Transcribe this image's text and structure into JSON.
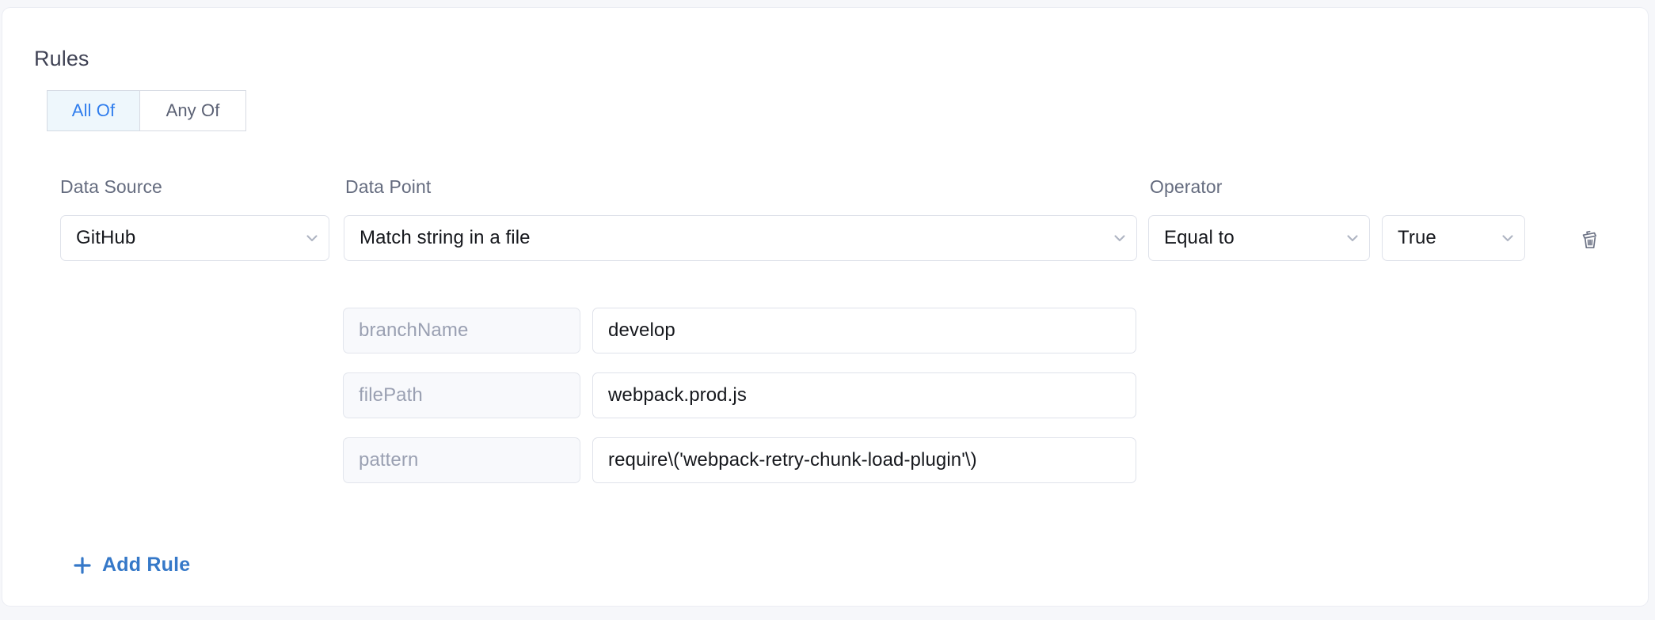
{
  "section": {
    "title": "Rules"
  },
  "match_toggle": {
    "options": [
      {
        "label": "All Of",
        "active": true
      },
      {
        "label": "Any Of",
        "active": false
      }
    ],
    "active_color": "#2f7ded",
    "active_background": "#eef7fc"
  },
  "columns": {
    "data_source_label": "Data Source",
    "data_point_label": "Data Point",
    "operator_label": "Operator"
  },
  "rule": {
    "data_source": "GitHub",
    "data_point": "Match string in a file",
    "operator": "Equal to",
    "boolean_value": "True",
    "delete_icon": "trash-icon",
    "chevron_icon": "chevron-down-icon",
    "parameters": [
      {
        "key": "branchName",
        "value": "develop"
      },
      {
        "key": "filePath",
        "value": "webpack.prod.js"
      },
      {
        "key": "pattern",
        "value": "require\\('webpack-retry-chunk-load-plugin'\\)"
      }
    ]
  },
  "add_rule": {
    "label": "Add Rule",
    "icon": "plus-icon",
    "color": "#3578c8"
  }
}
